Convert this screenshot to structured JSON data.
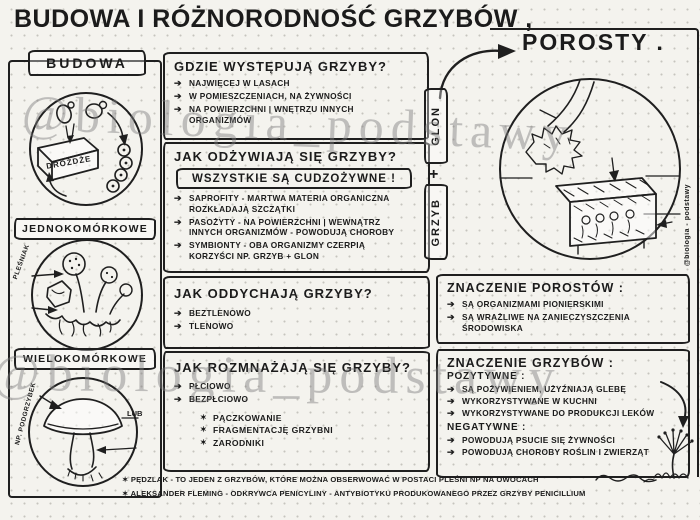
{
  "icons": {
    "bullet_arrow": "➔",
    "star": "✶",
    "plus": "+"
  },
  "header": {
    "title": "BUDOWA I RÓŻNORODNOŚĆ GRZYBÓW ,",
    "porosty_title": "POROSTY ."
  },
  "watermark": {
    "line1": "@biologia_podstawy",
    "line2": "@biologia_podstawy",
    "credit": "@biologia - podstawy"
  },
  "budowa": {
    "header": "BUDOWA",
    "yeast_label": "DROŻDŻE",
    "unicellular_label": "JEDNOKOMÓRKOWE",
    "mold_label": "PLEŚNIAK",
    "multicellular_label": "WIELOKOMÓRKOWE",
    "mushroom_label": "NP. PODGRZYBEK",
    "or_label": "LUB"
  },
  "questions": {
    "q1": {
      "title": "GDZIE WYSTĘPUJĄ GRZYBY?",
      "bullets": [
        "NAJWIĘCEJ W LASACH",
        "W POMIESZCZENIACH, NA ŻYWNOŚCI",
        "NA POWIERZCHNI | WNĘTRZU INNYCH ORGANIZMÓW"
      ]
    },
    "q2": {
      "title": "JAK ODŻYWIAJĄ SIĘ GRZYBY?",
      "highlight": "WSZYSTKIE SĄ CUDZOŻYWNE !",
      "bullets": [
        "SAPROFITY - MARTWA MATERIA ORGANICZNA ROZKŁADAJĄ SZCZĄTKI",
        "PASOŻYTY - NA POWIERZCHNI | WEWNĄTRZ INNYCH ORGANIZMÓW - POWODUJĄ CHOROBY",
        "SYMBIONTY - OBA ORGANIZMY CZERPIĄ KORZYŚCI NP. GRZYB + GLON"
      ]
    },
    "q3": {
      "title": "JAK ODDYCHAJĄ GRZYBY?",
      "bullets": [
        "BEZTLENOWO",
        "TLENOWO"
      ]
    },
    "q4": {
      "title": "JAK ROZMNAŻAJĄ SIĘ GRZYBY?",
      "bullets": [
        "PŁCIOWO",
        "BEZPŁCIOWO"
      ],
      "sub_bullets": [
        "PĄCZKOWANIE",
        "FRAGMENTACJĘ GRZYBNI",
        "ZARODNIKI"
      ]
    }
  },
  "porosty_formula": {
    "glon": "GLON",
    "plus": "+",
    "grzyb": "GRZYB"
  },
  "znaczenie_porostow": {
    "title": "ZNACZENIE POROSTÓW :",
    "bullets": [
      "SĄ ORGANIZMAMI PIONIERSKIMI",
      "SĄ WRAŻLIWE NA ZANIECZYSZCZENIA ŚRODOWISKA"
    ]
  },
  "znaczenie_grzybow": {
    "title": "ZNACZENIE GRZYBÓW :",
    "positive_label": "POZYTYWNE :",
    "positive": [
      "SĄ POŻYWIENIEM, UŻYŹNIAJĄ GLEBĘ",
      "WYKORZYSTYWANE W KUCHNI",
      "WYKORZYSTYWANE DO PRODUKCJI LEKÓW"
    ],
    "negative_label": "NEGATYWNE :",
    "negative": [
      "POWODUJĄ PSUCIE SIĘ ŻYWNOŚCI",
      "POWODUJĄ CHOROBY ROŚLIN I ZWIERZĄT"
    ]
  },
  "footnotes": [
    "✶ PĘDZLAK - TO JEDEN Z GRZYBÓW, KTÓRE MOŻNA OBSERWOWAĆ W POSTACI PLEŚNI NP NA OWOCACH",
    "✶ ALEKSANDER FLEMING - ODKRYWCA PENICYLINY - ANTYBIOTYKU PRODUKOWANEGO PRZEZ GRZYBY PENICILLIUM"
  ]
}
